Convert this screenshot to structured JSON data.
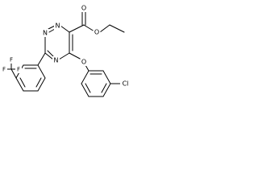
{
  "structure": {
    "atoms": {
      "n1": "N",
      "n2": "N",
      "n4": "N",
      "ester_o_carbonyl": "O",
      "ester_o_ether": "O",
      "aryloxy_o": "O",
      "chloro": "Cl",
      "f_a": "F",
      "f_b": "F",
      "f_c": "F"
    }
  }
}
